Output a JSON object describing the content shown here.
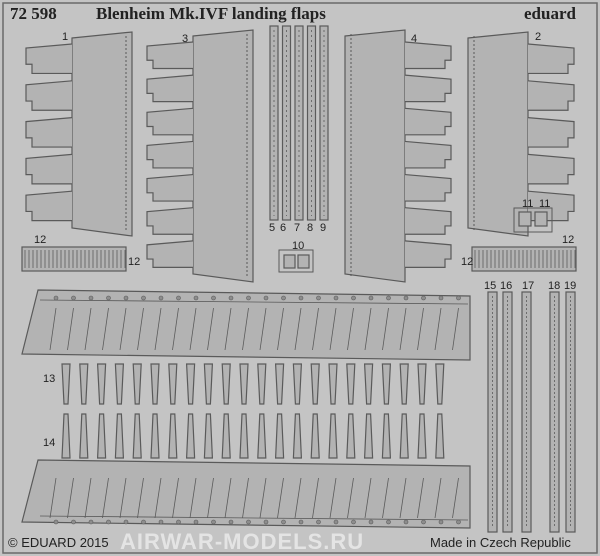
{
  "header": {
    "set_number": "72 598",
    "title": "Blenheim Mk.IVF landing flaps",
    "brand": "eduard"
  },
  "footer": {
    "copyright": "© EDUARD 2015",
    "origin": "Made in Czech Republic",
    "watermark": "AIRWAR-MODELS.RU"
  },
  "part_numbers": {
    "p1": "1",
    "p2": "2",
    "p3": "3",
    "p4": "4",
    "p5": "5",
    "p6": "6",
    "p7": "7",
    "p8": "8",
    "p9": "9",
    "p10": "10",
    "p11a": "11",
    "p11b": "11",
    "p12a": "12",
    "p12b": "12",
    "p12c": "12",
    "p12d": "12",
    "p13": "13",
    "p14": "14",
    "p15": "15",
    "p16": "16",
    "p17": "17",
    "p18": "18",
    "p19": "19"
  },
  "colors": {
    "fret": "#c4c4c4",
    "part_fill": "#b3b3b3",
    "part_edge": "#5a5a5a",
    "text": "#222222"
  }
}
